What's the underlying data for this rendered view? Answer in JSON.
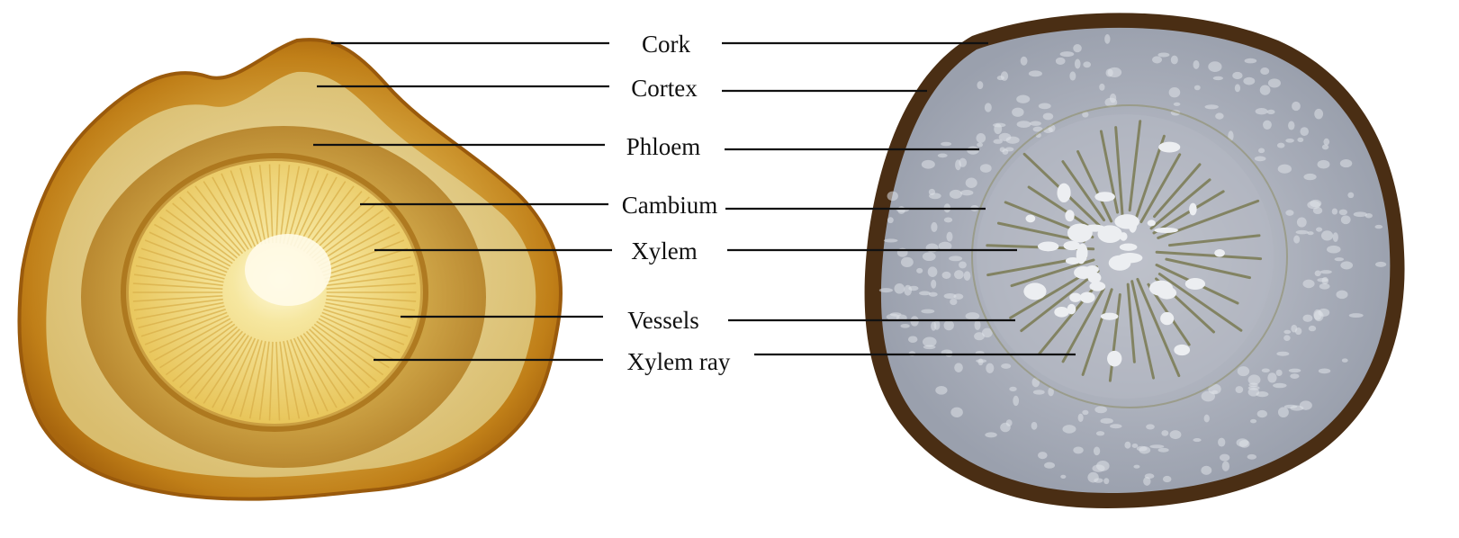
{
  "labels": {
    "cork": "Cork",
    "cortex": "Cortex",
    "phloem": "Phloem",
    "cambium": "Cambium",
    "xylem": "Xylem",
    "vessels": "Vessels",
    "xylem_ray": "Xylem ray"
  },
  "colors": {
    "left_outer": "#c98a1c",
    "left_cortex": "#e8d49a",
    "left_phloem": "#b8862a",
    "left_xylem": "#f0d46a",
    "left_center": "#fbf3c8",
    "right_cork": "#4a2e14",
    "right_tissue": "#a3a8b4",
    "right_xylem": "#cfd2d8",
    "right_ray": "#7a7a52",
    "leader_line": "#111111"
  }
}
